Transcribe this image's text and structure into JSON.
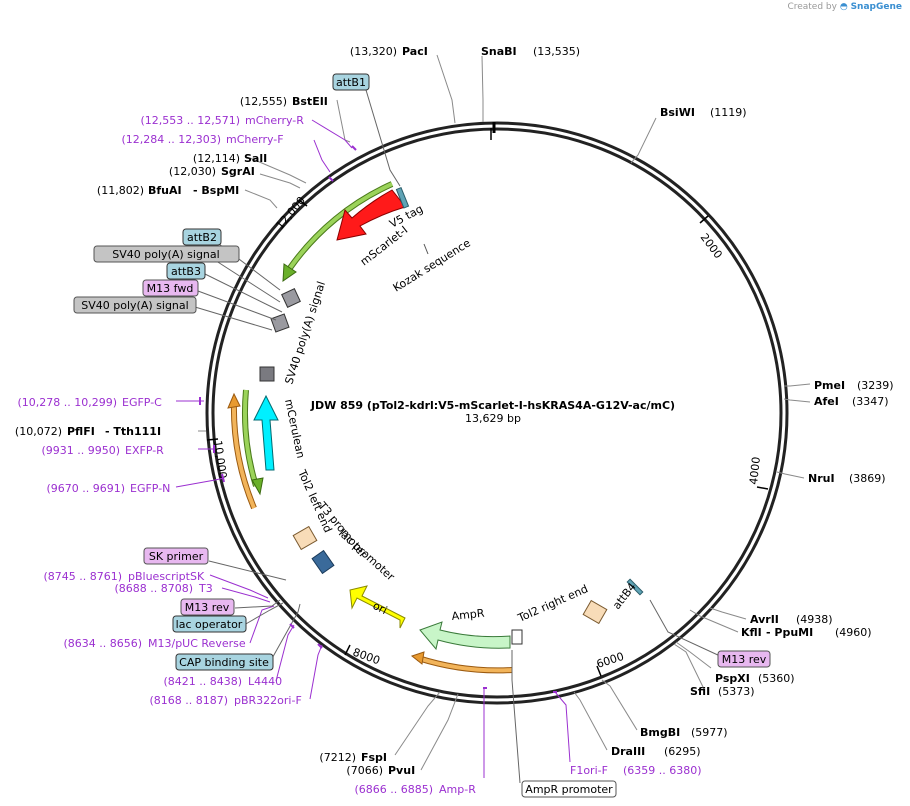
{
  "credit": {
    "created_by": "Created by",
    "brand": "SnapGene"
  },
  "center": {
    "name": "JDW 859 (pTol2-kdrl:V5-mScarlet-I-hsKRAS4A-G12V-ac/mC)",
    "length": "13,629 bp"
  },
  "colors": {
    "purple": "#9b30d0",
    "backbone": "#222222",
    "mscarlet": "#ff0000",
    "mcerulean": "#00f0f0",
    "ori": "#ffff00",
    "ampr": "#c8f5c8",
    "green_feature": "#7bc043",
    "orange_feature": "#e8a040"
  },
  "enzymes": [
    {
      "name": "PacI",
      "pos": "(13,320)"
    },
    {
      "name": "SnaBI",
      "pos": "(13,535)"
    },
    {
      "name": "BsiWI",
      "pos": "(1119)"
    },
    {
      "name": "BstEII",
      "pos": "(12,555)"
    },
    {
      "name": "SalI",
      "pos": "(12,114)"
    },
    {
      "name": "SgrAI",
      "pos": "(12,030)"
    },
    {
      "name": "BfuAI",
      "pos": "(11,802)",
      "extra": "- BspMI"
    },
    {
      "name": "PmeI",
      "pos": "(3239)"
    },
    {
      "name": "AfeI",
      "pos": "(3347)"
    },
    {
      "name": "NruI",
      "pos": "(3869)"
    },
    {
      "name": "PflFI",
      "pos": "(10,072)",
      "extra": "- Tth111I"
    },
    {
      "name": "AvrII",
      "pos": "(4938)"
    },
    {
      "name": "KflI",
      "pos": "(4960)",
      "extra": "- PpuMI"
    },
    {
      "name": "PspXI",
      "pos": "(5360)"
    },
    {
      "name": "SfiI",
      "pos": "(5373)"
    },
    {
      "name": "BmgBI",
      "pos": "(5977)"
    },
    {
      "name": "DraIII",
      "pos": "(6295)"
    },
    {
      "name": "FspI",
      "pos": "(7212)"
    },
    {
      "name": "PvuI",
      "pos": "(7066)"
    }
  ],
  "primers": [
    {
      "range": "(12,553 .. 12,571)",
      "name": "mCherry-R"
    },
    {
      "range": "(12,284 .. 12,303)",
      "name": "mCherry-F"
    },
    {
      "range": "(10,278 .. 10,299)",
      "name": "EGFP-C"
    },
    {
      "range": "(9931 .. 9950)",
      "name": "EXFP-R"
    },
    {
      "range": "(9670 .. 9691)",
      "name": "EGFP-N"
    },
    {
      "range": "(8745 .. 8761)",
      "name": "pBluescriptSK"
    },
    {
      "range": "(8688 .. 8708)",
      "name": "T3"
    },
    {
      "range": "(8634 .. 8656)",
      "name": "M13/pUC Reverse"
    },
    {
      "range": "(8421 .. 8438)",
      "name": "L4440"
    },
    {
      "range": "(8168 .. 8187)",
      "name": "pBR322ori-F"
    },
    {
      "range": "(6866 .. 6885)",
      "name": "Amp-R"
    },
    {
      "range": "(6359 .. 6380)",
      "name": "F1ori-F"
    }
  ],
  "boxed": {
    "attB1": "attB1",
    "attB2": "attB2",
    "sv40_a": "SV40 poly(A) signal",
    "attB3": "attB3",
    "m13fwd": "M13 fwd",
    "sv40_b": "SV40 poly(A) signal",
    "sk": "SK primer",
    "m13rev_left": "M13 rev",
    "lacop": "lac operator",
    "cap": "CAP binding site",
    "m13rev_right": "M13 rev",
    "ampr_prom": "AmpR promoter"
  },
  "features": {
    "v5": "V5 tag",
    "mscarlet": "mScarlet-I",
    "kozak": "Kozak sequence",
    "sv40": "SV40 poly(A) signal",
    "mcerulean": "mCerulean",
    "tol2l": "Tol2 left end",
    "t3": "T3 promoter",
    "lacprom": "lac promoter",
    "ori": "ori",
    "ampr": "AmpR",
    "tol2r": "Tol2 right end",
    "attB4": "attB4"
  },
  "ticks": [
    "2000",
    "4000",
    "6000",
    "8000",
    "10,000",
    "12,000"
  ]
}
